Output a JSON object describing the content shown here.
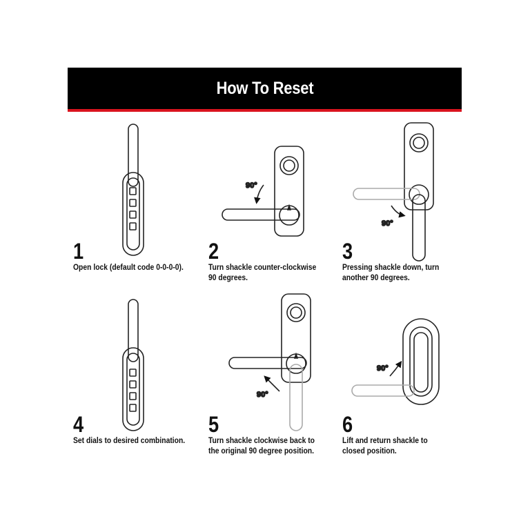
{
  "header": {
    "title": "How To Reset"
  },
  "angle_label": "90°",
  "colors": {
    "banner": "#000000",
    "accent": "#d9141e",
    "line": "#222222"
  },
  "steps": [
    {
      "number": "1",
      "text": "Open lock (default code 0-0-0-0)."
    },
    {
      "number": "2",
      "text": "Turn shackle counter-clockwise 90 degrees."
    },
    {
      "number": "3",
      "text": "Pressing shackle down, turn another 90 degrees."
    },
    {
      "number": "4",
      "text": "Set dials to desired combination."
    },
    {
      "number": "5",
      "text": "Turn shackle clockwise back to the original 90 degree position."
    },
    {
      "number": "6",
      "text": "Lift and return shackle to closed position."
    }
  ]
}
